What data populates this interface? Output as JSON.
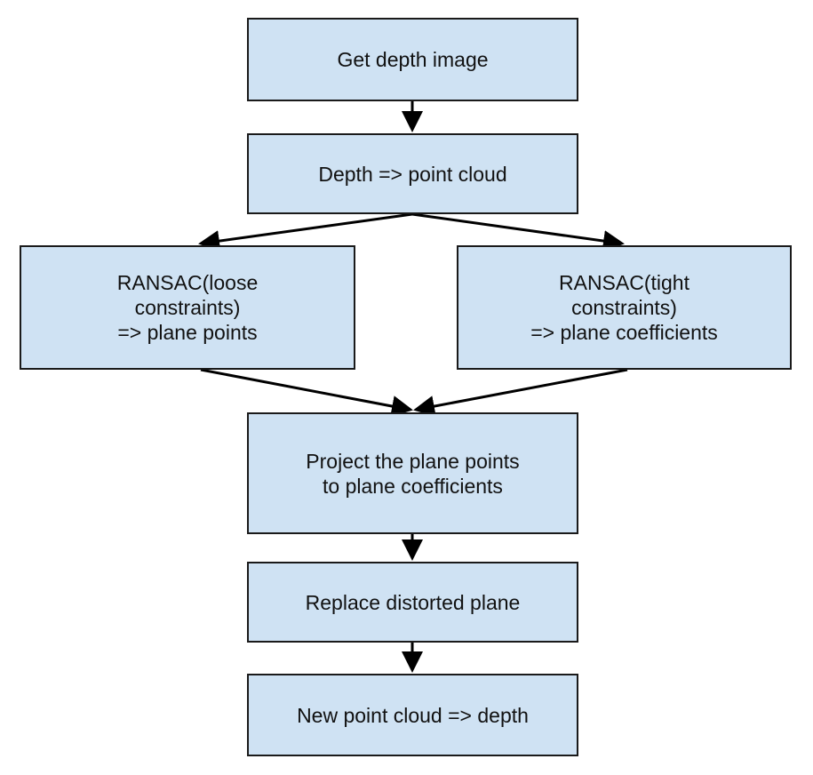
{
  "colors": {
    "box_fill": "#cfe2f3",
    "box_border": "#1a1a1a",
    "edge": "#000000",
    "text": "#111111"
  },
  "nodes": {
    "get_depth": {
      "lines": [
        "Get depth image"
      ]
    },
    "depth_to_cloud": {
      "lines": [
        "Depth => point cloud"
      ]
    },
    "ransac_loose": {
      "lines": [
        "RANSAC(loose",
        "constraints)",
        "=> plane points"
      ]
    },
    "ransac_tight": {
      "lines": [
        "RANSAC(tight",
        "constraints)",
        "=> plane coefficients"
      ]
    },
    "project": {
      "lines": [
        "Project the plane points",
        "to plane coefficients"
      ]
    },
    "replace": {
      "lines": [
        "Replace distorted plane"
      ]
    },
    "new_cloud": {
      "lines": [
        "New point cloud => depth"
      ]
    }
  },
  "edges": [
    {
      "from": "get_depth",
      "to": "depth_to_cloud"
    },
    {
      "from": "depth_to_cloud",
      "to": "ransac_loose"
    },
    {
      "from": "depth_to_cloud",
      "to": "ransac_tight"
    },
    {
      "from": "ransac_loose",
      "to": "project"
    },
    {
      "from": "ransac_tight",
      "to": "project"
    },
    {
      "from": "project",
      "to": "replace"
    },
    {
      "from": "replace",
      "to": "new_cloud"
    }
  ]
}
